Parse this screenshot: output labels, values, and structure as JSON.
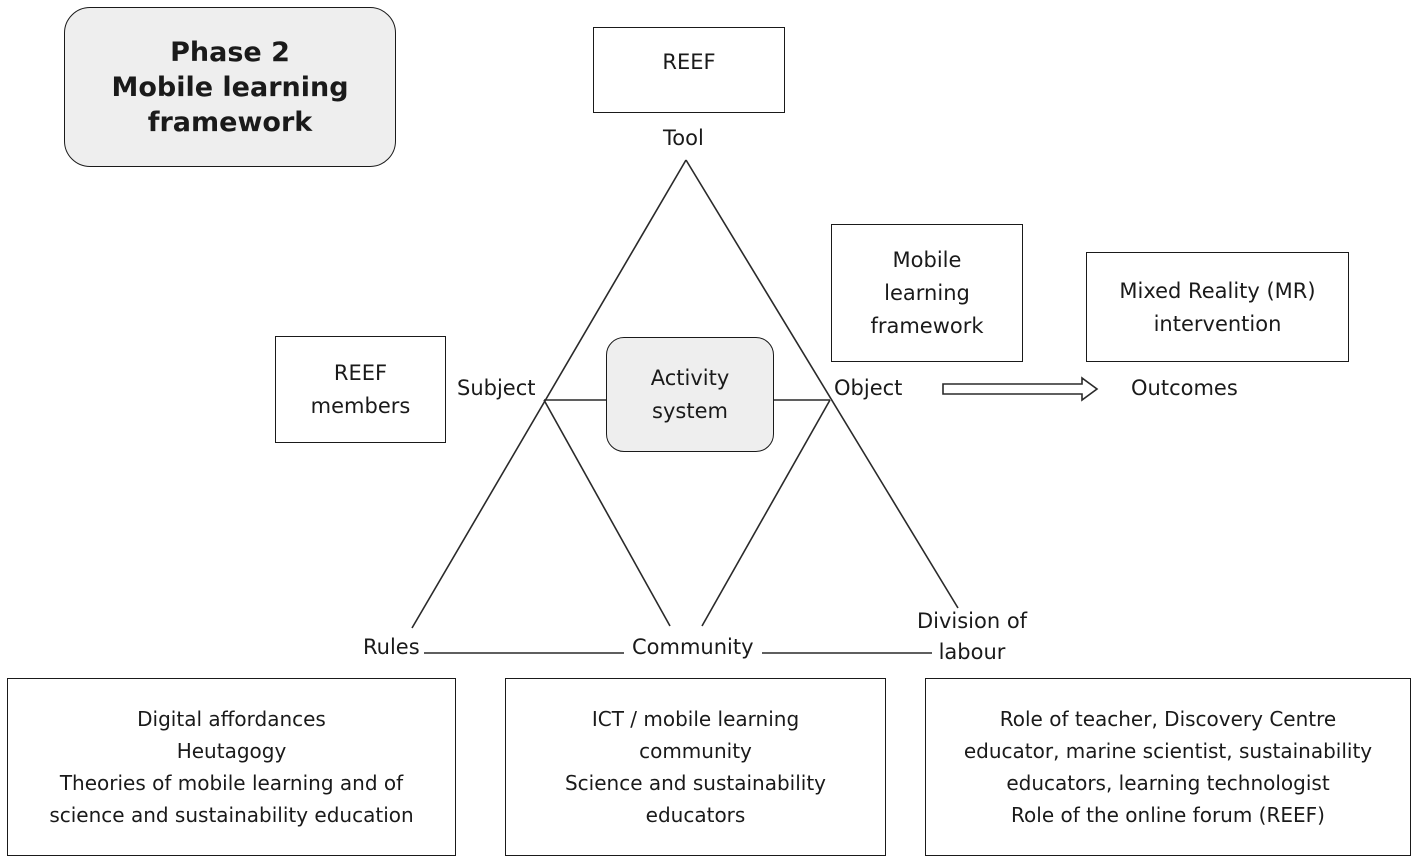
{
  "title": {
    "line1": "Phase 2",
    "line2": "Mobile learning",
    "line3": "framework"
  },
  "nodes": {
    "tool": {
      "box": "REEF",
      "label": "Tool"
    },
    "subject": {
      "box_line1": "REEF",
      "box_line2": "members",
      "label": "Subject"
    },
    "object": {
      "box_line1": "Mobile",
      "box_line2": "learning",
      "box_line3": "framework",
      "label": "Object"
    },
    "outcomes": {
      "box_line1": "Mixed Reality (MR)",
      "box_line2": "intervention",
      "label": "Outcomes"
    },
    "center": {
      "line1": "Activity",
      "line2": "system"
    },
    "rules": {
      "label": "Rules"
    },
    "community": {
      "label": "Community"
    },
    "division": {
      "line1": "Division of",
      "line2": "labour"
    }
  },
  "bottom_boxes": {
    "rules": [
      "Digital affordances",
      "Heutagogy",
      "Theories of mobile learning and of",
      "science and sustainability education"
    ],
    "community": [
      "ICT / mobile learning",
      "community",
      "Science and sustainability",
      "educators"
    ],
    "division": [
      "Role of teacher, Discovery Centre",
      "educator, marine scientist, sustainability",
      "educators, learning technologist",
      "Role of the online forum (REEF)"
    ]
  }
}
